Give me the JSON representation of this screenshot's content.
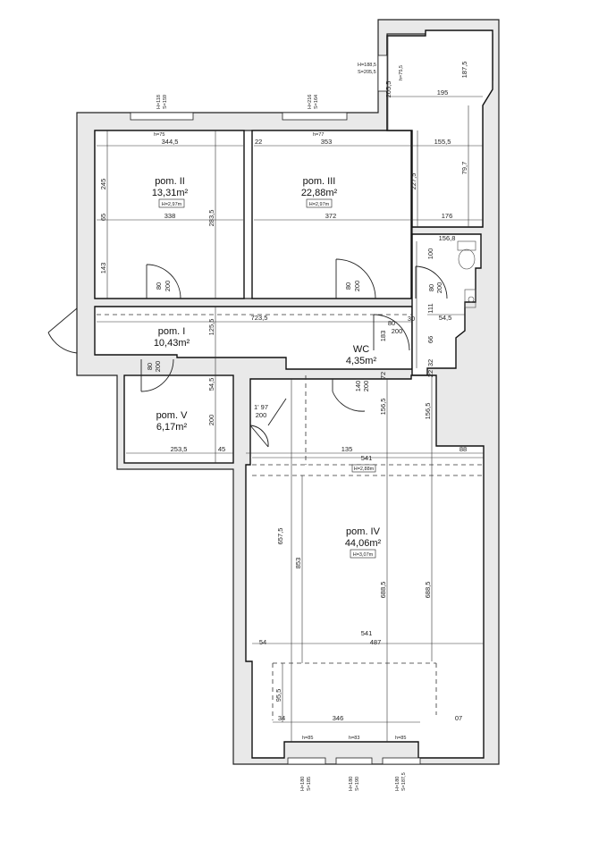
{
  "rooms": [
    {
      "name": "pom. II",
      "area": "13,31m²",
      "height": "H=2,97m"
    },
    {
      "name": "pom. III",
      "area": "22,88m²",
      "height": "H=2,97m"
    },
    {
      "name": "pom. I",
      "area": "10,43m²"
    },
    {
      "name": "WC",
      "area": "4,35m²"
    },
    {
      "name": "pom. V",
      "area": "6,17m²"
    },
    {
      "name": "pom. IV",
      "area": "44,06m²",
      "height": "H=3,07m"
    }
  ],
  "mezzanine_height": "H=2,88m",
  "dims": {
    "d344_5": "344,5",
    "d22a": "22",
    "d353": "353",
    "d155_5": "155,5",
    "d338": "338",
    "d372": "372",
    "d176": "176",
    "d245": "245",
    "d65": "65",
    "d143": "143",
    "d283_5": "283,5",
    "d227_5": "227,5",
    "d79_7": "79,7",
    "d195": "195",
    "d187_5": "187,5",
    "d205_5": "205,5",
    "d723_5": "723,5",
    "d125_5": "125,5",
    "d156_8": "156,8",
    "d100": "100",
    "d30": "30",
    "d54_5": "54,5",
    "d111": "111",
    "d66": "66",
    "d183": "183",
    "d72": "72",
    "d32": "32",
    "d22b": "22",
    "d54_5b": "54,5",
    "d156_5a": "156,5",
    "d156_5b": "156,5",
    "d200a": "200",
    "d253_5": "253,5",
    "d45": "45",
    "d135": "135",
    "d88": "88",
    "d541a": "541",
    "d657_5": "657,5",
    "d853": "853",
    "d688_5a": "688,5",
    "d688_5b": "688,5",
    "d541b": "541",
    "d54": "54",
    "d487": "487",
    "d95_5": "95,5",
    "d34": "34",
    "d346": "346",
    "d07": "07"
  },
  "doors": [
    {
      "w": "80",
      "h": "200"
    },
    {
      "w": "80",
      "h": "200"
    },
    {
      "w": "80",
      "h": "200"
    },
    {
      "w": "80",
      "h": "200"
    },
    {
      "w": "140",
      "h": "200"
    },
    {
      "w": "80",
      "h": "200"
    },
    {
      "w": "1' 97",
      "h": "200"
    }
  ],
  "windows_top": [
    {
      "label_a": "H=118",
      "label_b": "S=159",
      "label_c": "h=75"
    },
    {
      "label_a": "H=216",
      "label_b": "S=164",
      "label_c": "h=77"
    },
    {
      "label_a": "H=188,5",
      "label_b": "S=205,5",
      "label_c": "h=75,5"
    }
  ],
  "windows_bottom": [
    {
      "label_a": "H=180",
      "label_b": "S=185",
      "label_c": "h=85"
    },
    {
      "label_a": "H=180",
      "label_b": "S=190",
      "label_c": "h=83"
    },
    {
      "label_a": "H=180",
      "label_b": "S=187,5",
      "label_c": "h=85"
    }
  ],
  "colors": {
    "wall": "#222222",
    "background": "#ffffff"
  }
}
